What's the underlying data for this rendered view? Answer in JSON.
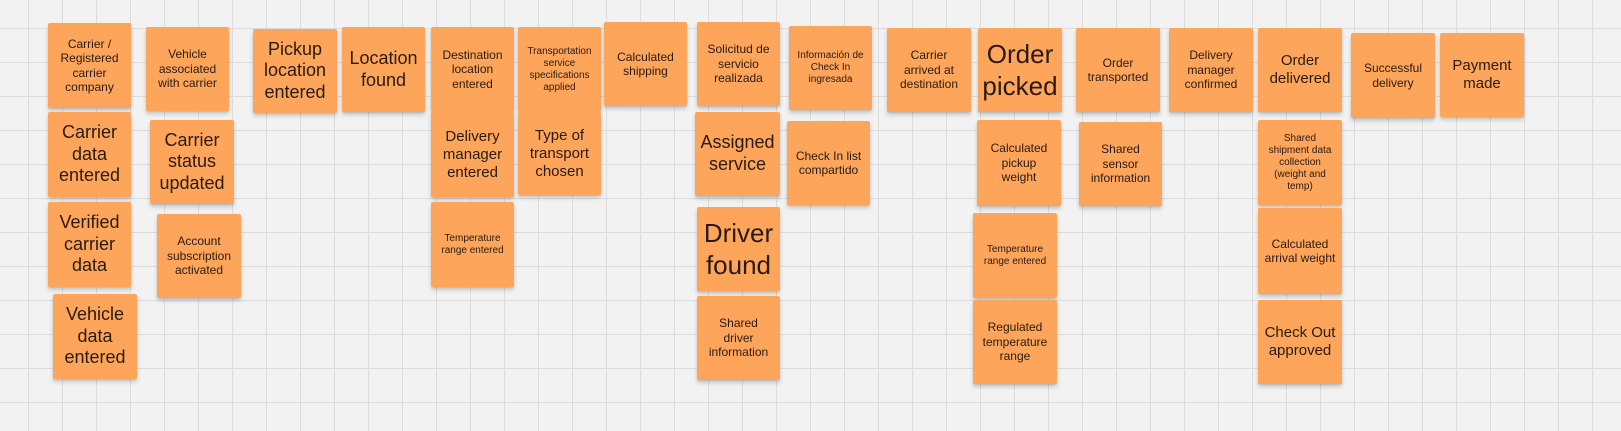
{
  "board": {
    "notes": [
      "Carrier / Registered carrier company",
      "Carrier data entered",
      "Verified carrier data",
      "Vehicle data entered",
      "Vehicle associated with carrier",
      "Carrier status updated",
      "Account subscription activated",
      "Pickup location entered",
      "Location found",
      "Destination location entered",
      "Delivery manager entered",
      "Temperature range entered",
      "Transportation service specifications applied",
      "Type of transport chosen",
      "Calculated shipping",
      "Solicitud de servicio realizada",
      "Assigned service",
      "Driver found",
      "Shared driver information",
      "Información de Check In ingresada",
      "Check In list compartido",
      "Carrier arrived at destination",
      "Order picked",
      "Calculated pickup weight",
      "Temperature range entered",
      "Regulated temperature range",
      "Order transported",
      "Shared sensor information",
      "Delivery manager confirmed",
      "Order delivered",
      "Shared shipment data collection (weight and temp)",
      "Calculated arrival weight",
      "Check Out approved",
      "Successful delivery",
      "Payment made"
    ]
  }
}
